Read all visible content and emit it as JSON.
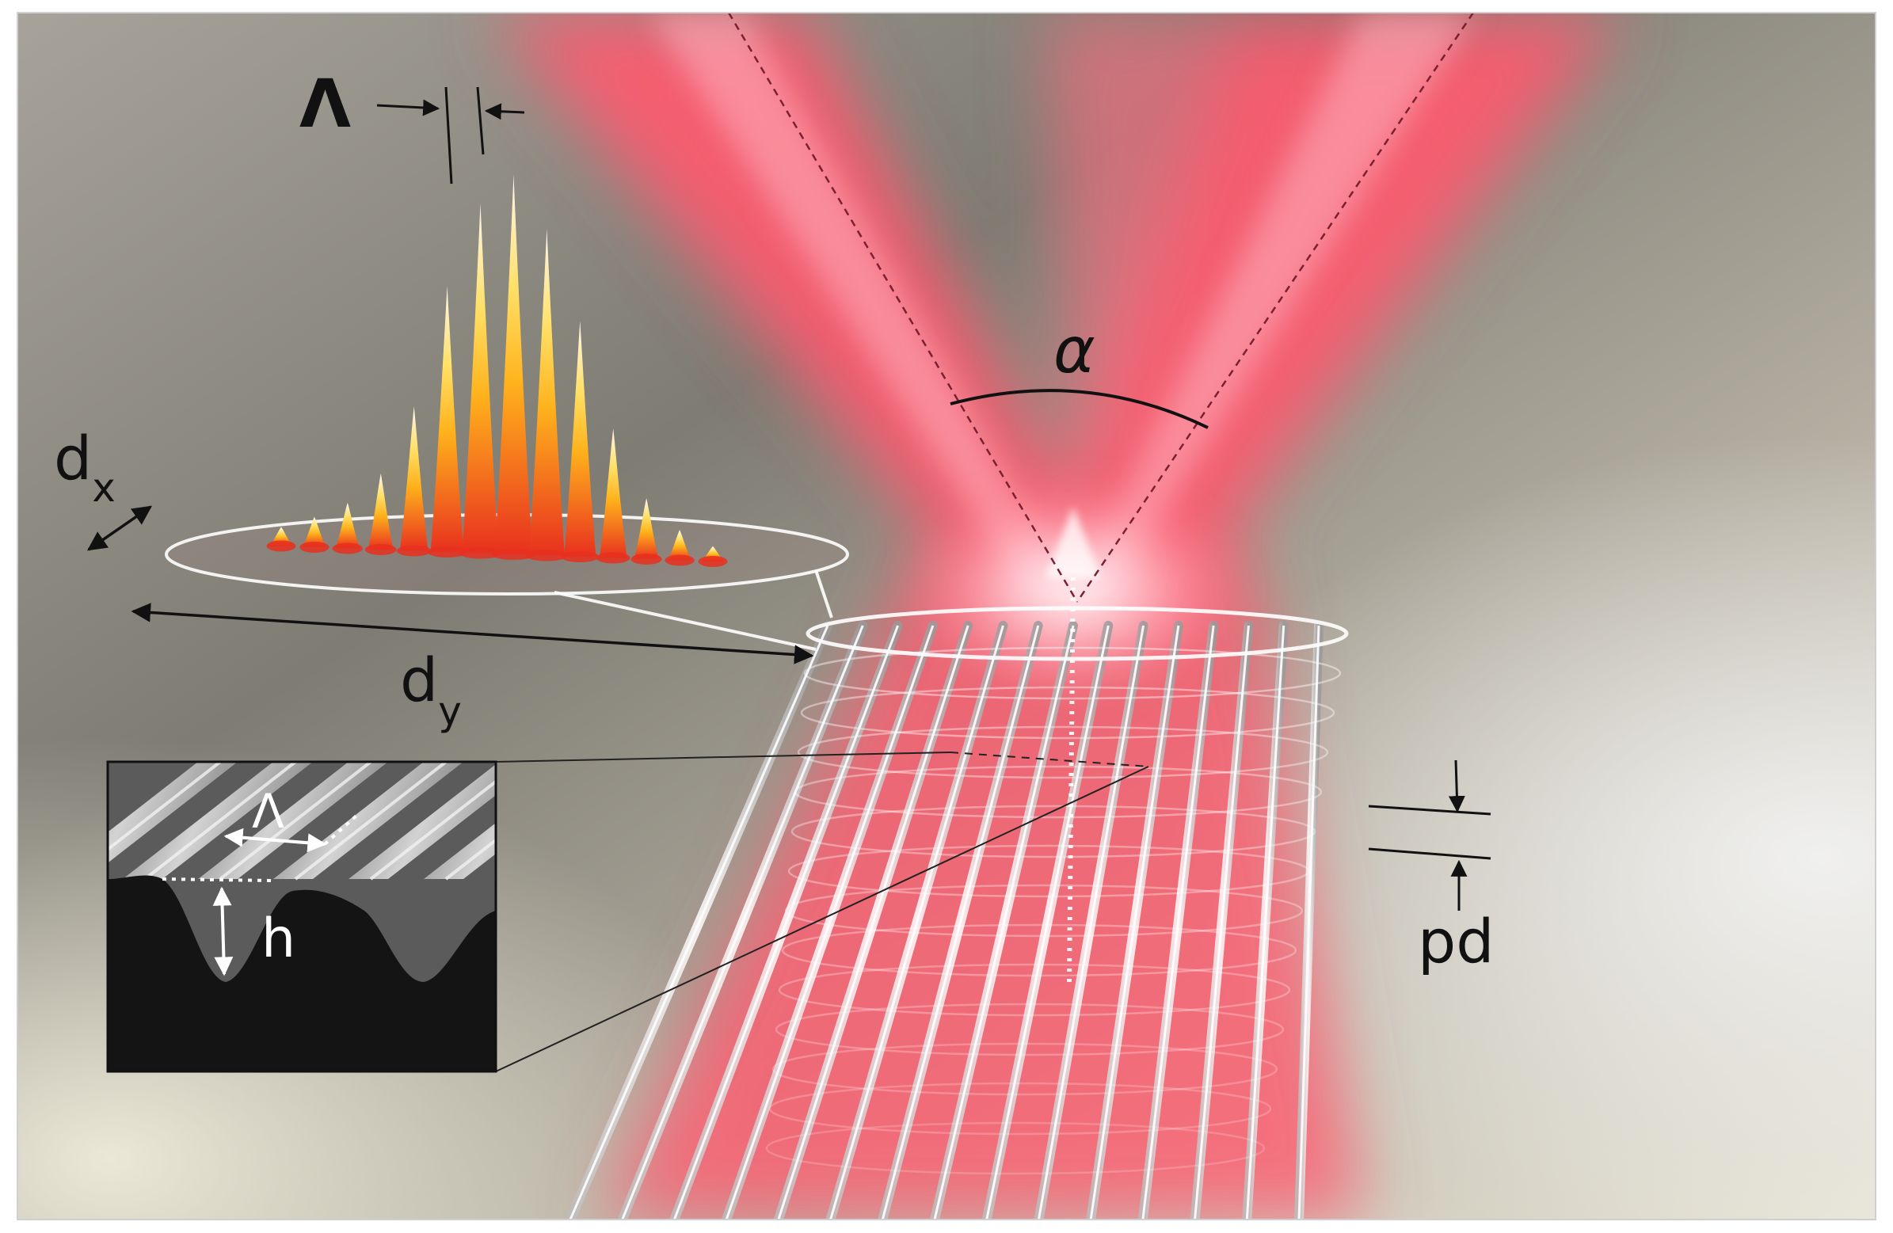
{
  "labels": {
    "period_top": "Λ",
    "alpha": "α",
    "dx_main": "d",
    "dx_sub": "x",
    "dy_main": "d",
    "dy_sub": "y",
    "pd": "pd",
    "inset_period": "Λ",
    "inset_height": "h"
  },
  "colors": {
    "beam_red": "#ff5a6e",
    "beam_pink": "#ffb3c0",
    "background_gray": "#8a8a84",
    "background_light": "#e8e6d8",
    "inset_dark": "#141414",
    "peak_red": "#e8301e",
    "peak_yellow": "#ffd640",
    "peak_white": "#fff6f0"
  },
  "peaks": {
    "relative_heights": [
      0.05,
      0.08,
      0.12,
      0.2,
      0.38,
      0.7,
      0.92,
      1.0,
      0.86,
      0.62,
      0.34,
      0.16,
      0.08,
      0.04
    ]
  }
}
